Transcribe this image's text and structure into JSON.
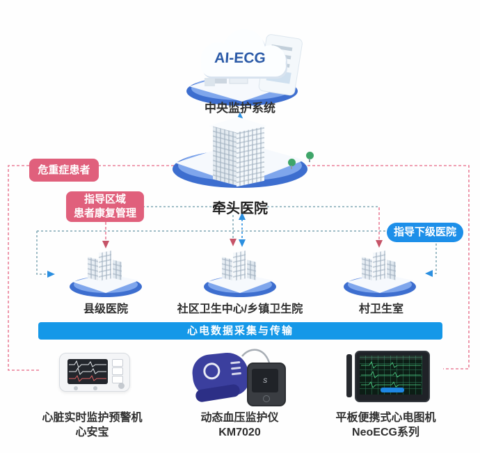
{
  "colors": {
    "pink_tag": "#e0607c",
    "blue_tag": "#1d8fe9",
    "banner_blue": "#1598e8",
    "platform_blue_dark": "#2d62cb",
    "platform_blue_light": "#7fa6ec",
    "line_teal": "#7fa6b4",
    "line_blue": "#2b8fe0",
    "line_pink": "#ea7f97",
    "arrow_red": "#c65468",
    "text_dark": "#2e2e2e",
    "ai_ecg_blue": "#2b5aa7"
  },
  "cloud": {
    "title": "AI-ECG",
    "caption": "中央监护系统"
  },
  "lead": {
    "caption": "牵头医院"
  },
  "tags": {
    "critical": "危重症患者",
    "rehab1": "指导区域",
    "rehab2": "患者康复管理",
    "lower": "指导下级医院"
  },
  "facilities": [
    {
      "caption": "县级医院"
    },
    {
      "caption": "社区卫生中心/乡镇卫生院"
    },
    {
      "caption": "村卫生室"
    }
  ],
  "banner": {
    "label": "心电数据采集与传输"
  },
  "devices": [
    {
      "line1": "心脏实时监护预警机",
      "line2": "心安宝"
    },
    {
      "line1": "动态血压监护仪",
      "line2": "KM7020"
    },
    {
      "line1": "平板便携式心电图机",
      "line2": "NeoECG系列"
    }
  ]
}
